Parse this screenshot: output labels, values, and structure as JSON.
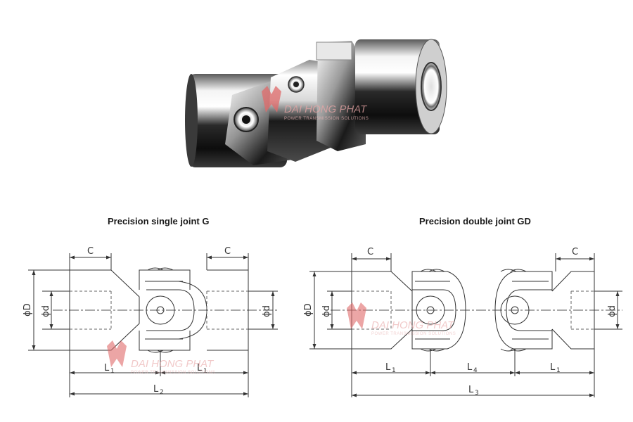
{
  "captions": {
    "single": "Precision single joint G",
    "double": "Precision double joint GD"
  },
  "watermark": {
    "brand": "DAI HONG PHAT",
    "tagline": "POWER TRANSMISSION SOLUTIONS",
    "color": "#d63a3a"
  },
  "single_joint_labels": {
    "c_left": "C",
    "c_right": "C",
    "outer_diameter": "ϕD",
    "bore_left": "ϕd",
    "bore_right": "ϕd",
    "l1_left": "L",
    "l1_left_sub": "1",
    "l1_right": "L",
    "l1_right_sub": "1",
    "l2": "L",
    "l2_sub": "2"
  },
  "double_joint_labels": {
    "c_left": "C",
    "c_right": "C",
    "outer_diameter": "ϕD",
    "bore_left": "ϕd",
    "bore_right": "ϕd",
    "l1_left": "L",
    "l1_left_sub": "1",
    "l4": "L",
    "l4_sub": "4",
    "l1_right": "L",
    "l1_right_sub": "1",
    "l3": "L",
    "l3_sub": "3"
  },
  "colors": {
    "line": "#333333",
    "hidden": "#666666",
    "metal_dark": "#1a1a1a",
    "metal_light": "#f2f2f2"
  }
}
